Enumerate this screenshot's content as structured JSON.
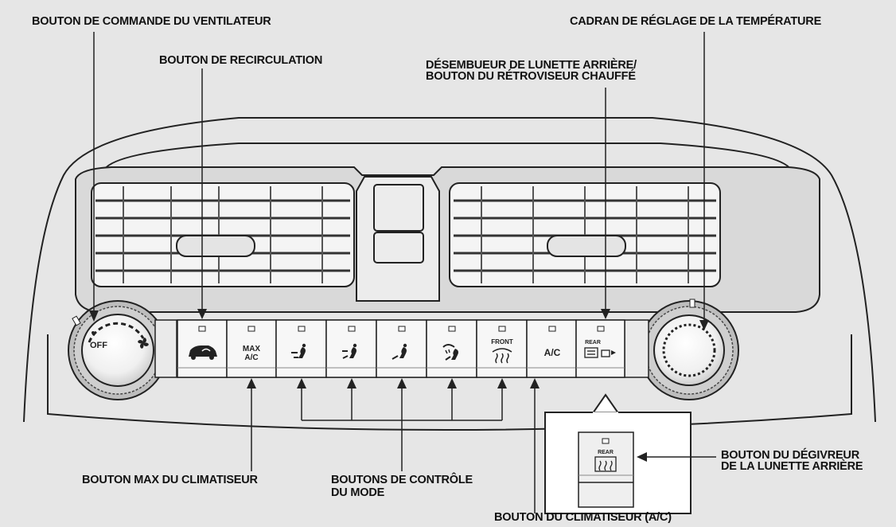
{
  "labels": {
    "fan_control_knob": "BOUTON DE COMMANDE DU VENTILATEUR",
    "temperature_dial": "CADRAN DE RÉGLAGE DE LA TEMPÉRATURE",
    "recirculation_button": "BOUTON DE RECIRCULATION",
    "rear_defogger_line1": "DÉSEMBUEUR DE LUNETTE ARRIÈRE/",
    "rear_defogger_line2": "BOUTON DU RÉTROVISEUR CHAUFFÉ",
    "max_ac_button": "BOUTON MAX DU CLIMATISEUR",
    "mode_buttons_line1": "BOUTONS DE CONTRÔLE",
    "mode_buttons_line2": "DU MODE",
    "rear_defroster_line1": "BOUTON DU DÉGIVREUR",
    "rear_defroster_line2": "DE LA LUNETTE ARRIÈRE",
    "ac_button": "BOUTON DU CLIMATISEUR (A/C)"
  },
  "panel_text": {
    "off": "OFF",
    "max": "MAX",
    "ac_small": "A/C",
    "front": "FRONT",
    "ac": "A/C",
    "rear": "REAR",
    "inset_rear": "REAR"
  },
  "icons": {
    "fan": "fan-icon",
    "recirculation": "car-recirculation-icon",
    "vent_mode": "face-vent-mode-icon",
    "bilevel_mode": "bilevel-mode-icon",
    "floor_mode": "floor-mode-icon",
    "floor_defrost_mode": "floor-defrost-mode-icon",
    "front_defrost": "front-defrost-icon",
    "rear_defrost": "rear-defrost-icon",
    "heated_mirror": "heated-mirror-icon"
  },
  "colors": {
    "background": "#e6e6e6",
    "line": "#222222"
  }
}
